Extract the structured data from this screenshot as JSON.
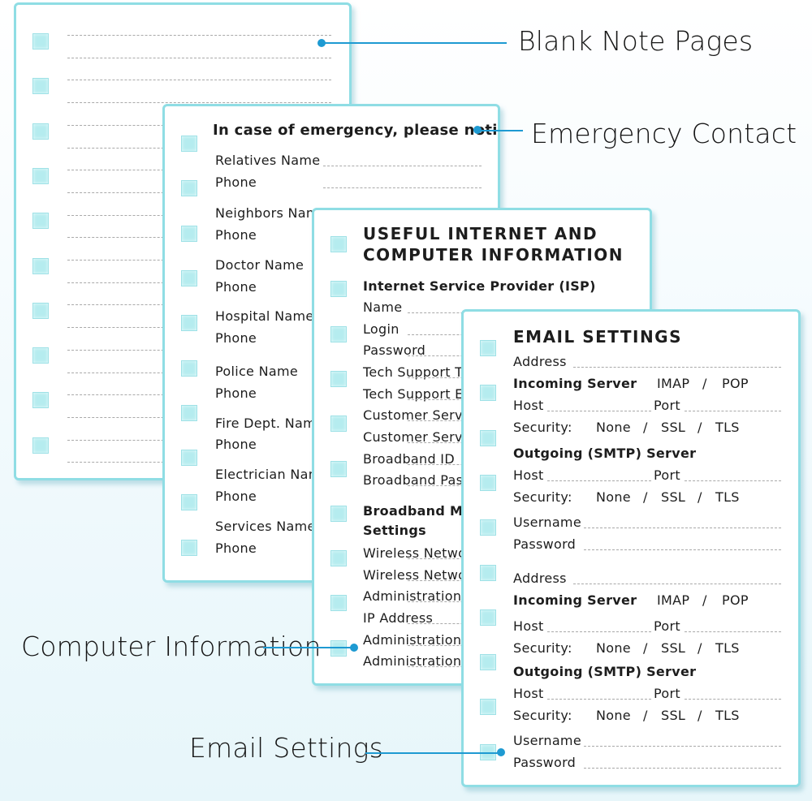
{
  "callouts": {
    "blank": "Blank Note Pages",
    "emergency": "Emergency Contact",
    "computer": "Computer Information",
    "email": "Email Settings"
  },
  "emergency": {
    "title": "In case of emergency, please notify",
    "rows": [
      "Relatives Name",
      "Phone",
      "Neighbors Name",
      "Phone",
      "Doctor Name",
      "Phone",
      "Hospital Name",
      "Phone",
      "Police Name",
      "Phone",
      "Fire Dept. Name",
      "Phone",
      "Electrician Name",
      "Phone",
      "Services Name",
      "Phone"
    ]
  },
  "computer": {
    "title_line1": "USEFUL INTERNET AND",
    "title_line2": "COMPUTER INFORMATION",
    "isp_heading": "Internet Service Provider (ISP)",
    "isp_rows": [
      "Name",
      "Login",
      "Password",
      "Tech Support Tel",
      "Tech Support Email",
      "Customer Service Tel",
      "Customer Service Email",
      "Broadband ID",
      "Broadband Password"
    ],
    "broadband_heading_1": "Broadband Modem",
    "broadband_heading_2": "Settings",
    "broadband_rows": [
      "Wireless Network Name",
      "Wireless Network Password",
      "Administration Link",
      "IP Address",
      "Administration Login",
      "Administration Password"
    ]
  },
  "email": {
    "title": "EMAIL SETTINGS",
    "address": "Address",
    "incoming": "Incoming Server",
    "imap": "IMAP",
    "pop": "POP",
    "slash": "/",
    "host": "Host",
    "port": "Port",
    "security": "Security:",
    "none": "None",
    "ssl": "SSL",
    "tls": "TLS",
    "outgoing": "Outgoing (SMTP) Server",
    "username": "Username",
    "password": "Password"
  },
  "colors": {
    "accent": "#1e9ad2",
    "border": "#8fdde4",
    "checkbox": "#b5ecef"
  }
}
